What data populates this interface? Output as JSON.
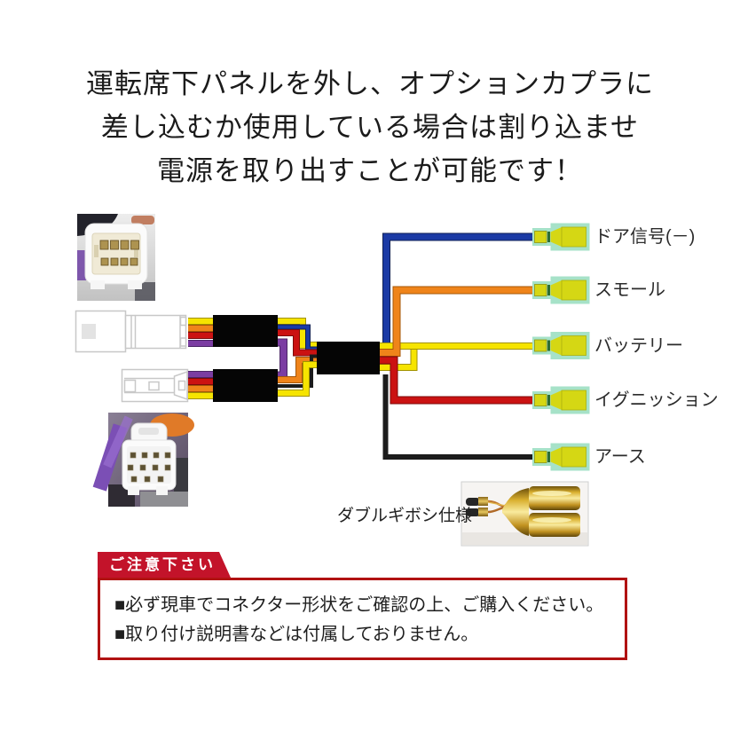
{
  "heading": {
    "lines": [
      "運転席下パネルを外し、オプションカプラに",
      "差し込むか使用している場合は割り込ませ",
      "電源を取り出すことが可能です！"
    ]
  },
  "diagram": {
    "terminals": [
      {
        "label": "ドア信号(－)",
        "wire": "blue",
        "color": "#1b3aa5"
      },
      {
        "label": "スモール",
        "wire": "orange",
        "color": "#ef841a"
      },
      {
        "label": "バッテリー",
        "wire": "yellow",
        "color": "#f6e400"
      },
      {
        "label": "イグニッション",
        "wire": "red",
        "color": "#cb1212"
      },
      {
        "label": "アース",
        "wire": "black",
        "color": "#1c1c1c"
      }
    ],
    "terminal_colors": {
      "insulator": "#a6e2c8",
      "terminal": "#d5d714"
    },
    "gibosi_label": "ダブルギボシ仕様"
  },
  "notice": {
    "title": "ご注意下さい",
    "items": [
      "■必ず現車でコネクター形状をご確認の上、ご購入ください。",
      "■取り付け説明書などは付属しておりません。"
    ],
    "accent": "#c3132a",
    "border": "#b11212"
  }
}
